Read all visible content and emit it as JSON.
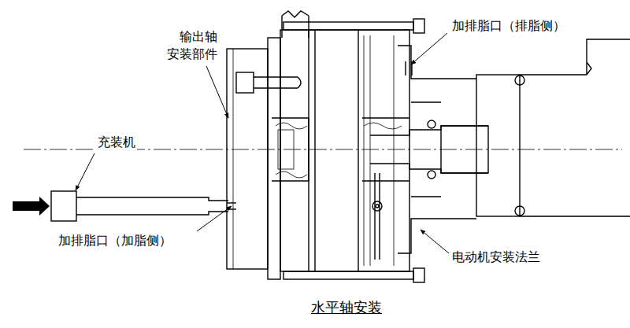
{
  "diagram": {
    "caption": "水平轴安装",
    "labels": [
      "输出轴 安装部件",
      "加排脂口（排脂侧）",
      "充装机",
      "加排脂口（加脂侧）",
      "电动机安装法兰"
    ]
  }
}
